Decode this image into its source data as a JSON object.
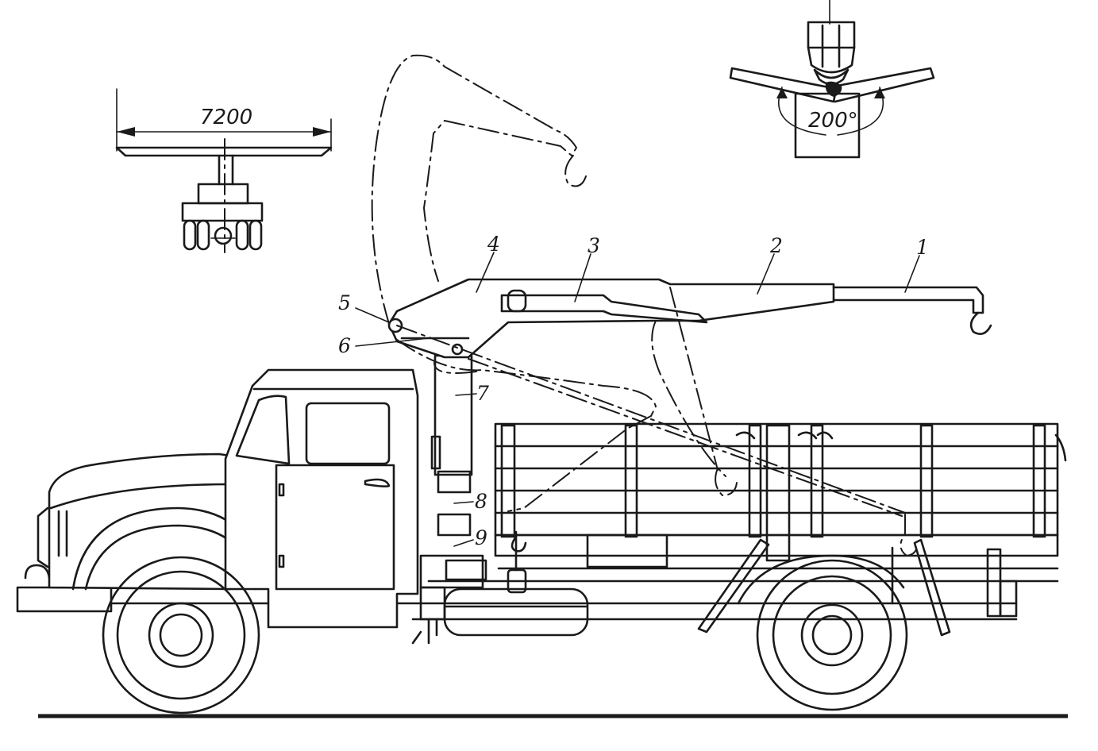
{
  "callouts": [
    {
      "id": "1",
      "text": "1"
    },
    {
      "id": "2",
      "text": "2"
    },
    {
      "id": "3",
      "text": "3"
    },
    {
      "id": "4",
      "text": "4"
    },
    {
      "id": "5",
      "text": "5"
    },
    {
      "id": "6",
      "text": "6"
    },
    {
      "id": "7",
      "text": "7"
    },
    {
      "id": "8",
      "text": "8"
    },
    {
      "id": "9",
      "text": "9"
    }
  ],
  "dimensions": {
    "boom_span": "7200",
    "slew_angle": "200°"
  },
  "colors": {
    "ink": "#1a1a1a",
    "paper": "#ffffff"
  }
}
